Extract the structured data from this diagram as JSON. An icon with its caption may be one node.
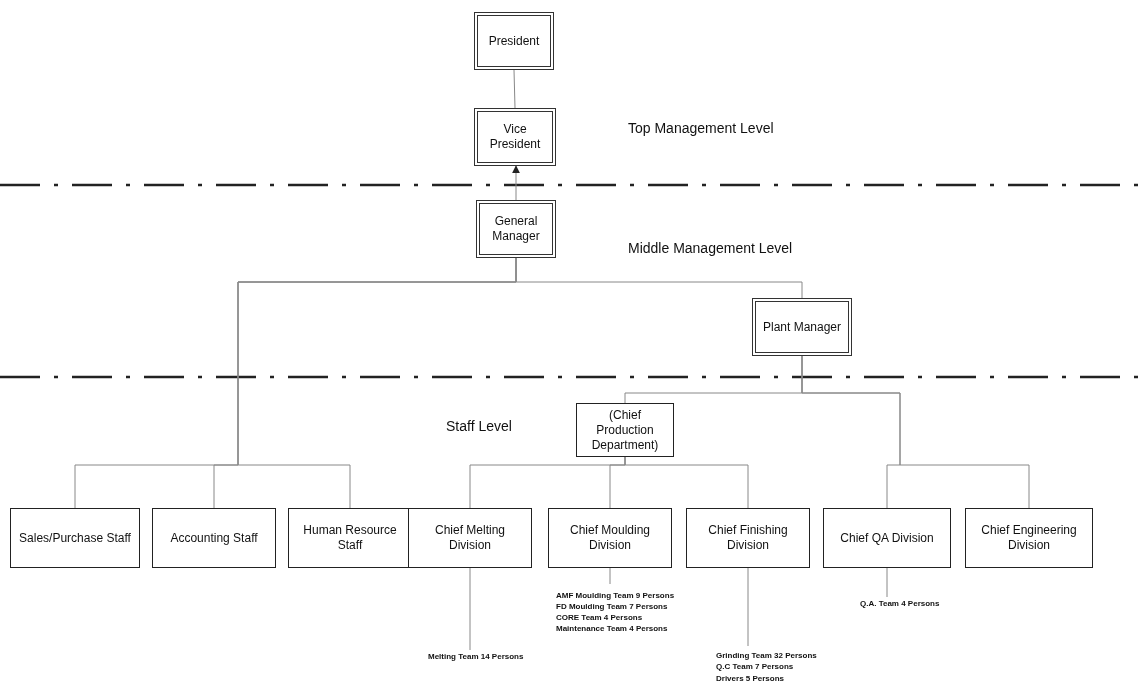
{
  "diagram": {
    "nodes": [
      {
        "text": [
          "President"
        ]
      },
      {
        "text": [
          "Vice President"
        ]
      },
      {
        "text": [
          "General Manager"
        ]
      },
      {
        "text": [
          "Plant Manager"
        ]
      },
      {
        "text": [
          "(Chief Production Department)"
        ]
      },
      {
        "text": [
          "Sales/Purchase Staff"
        ]
      },
      {
        "text": [
          "Accounting Staff"
        ]
      },
      {
        "text": [
          "Human Resource Staff"
        ]
      },
      {
        "text": [
          "Chief Melting Division"
        ]
      },
      {
        "text": [
          "Chief Moulding Division"
        ]
      },
      {
        "text": [
          "Chief Finishing Division"
        ]
      },
      {
        "text": [
          "Chief QA Division"
        ]
      },
      {
        "text": [
          "Chief Engineering Division"
        ]
      },
      {
        "text": [
          "Melting Team 14 Persons"
        ]
      },
      {
        "text": [
          "AMF Moulding Team 9 Persons",
          "FD Moulding Team 7 Persons",
          "CORE Team 4 Persons",
          "Maintenance Team 4 Persons"
        ]
      },
      {
        "text": [
          "Grinding Team 32 Persons",
          "Q.C Team 7 Persons",
          "Drivers 5 Persons"
        ]
      },
      {
        "text": [
          "Q.A. Team 4 Persons"
        ]
      }
    ],
    "edges": [
      {
        "from": 0,
        "to": 1,
        "arrow": "none"
      },
      {
        "from": 2,
        "to": 1,
        "arrow": "to"
      },
      {
        "from": 2,
        "to": 5,
        "arrow": "none"
      },
      {
        "from": 2,
        "to": 6,
        "arrow": "none"
      },
      {
        "from": 2,
        "to": 7,
        "arrow": "none"
      },
      {
        "from": 2,
        "to": 3,
        "arrow": "none"
      },
      {
        "from": 3,
        "to": 4,
        "arrow": "none"
      },
      {
        "from": 3,
        "to": 11,
        "arrow": "none"
      },
      {
        "from": 3,
        "to": 12,
        "arrow": "none"
      },
      {
        "from": 4,
        "to": 8,
        "arrow": "none"
      },
      {
        "from": 4,
        "to": 9,
        "arrow": "none"
      },
      {
        "from": 4,
        "to": 10,
        "arrow": "none"
      },
      {
        "from": 8,
        "to": 13,
        "arrow": "none"
      },
      {
        "from": 9,
        "to": 14,
        "arrow": "none"
      },
      {
        "from": 10,
        "to": 15,
        "arrow": "none"
      },
      {
        "from": 11,
        "to": 16,
        "arrow": "none"
      }
    ],
    "labels": [
      "Top Management Level",
      "Middle Management Level",
      "Staff Level"
    ]
  }
}
